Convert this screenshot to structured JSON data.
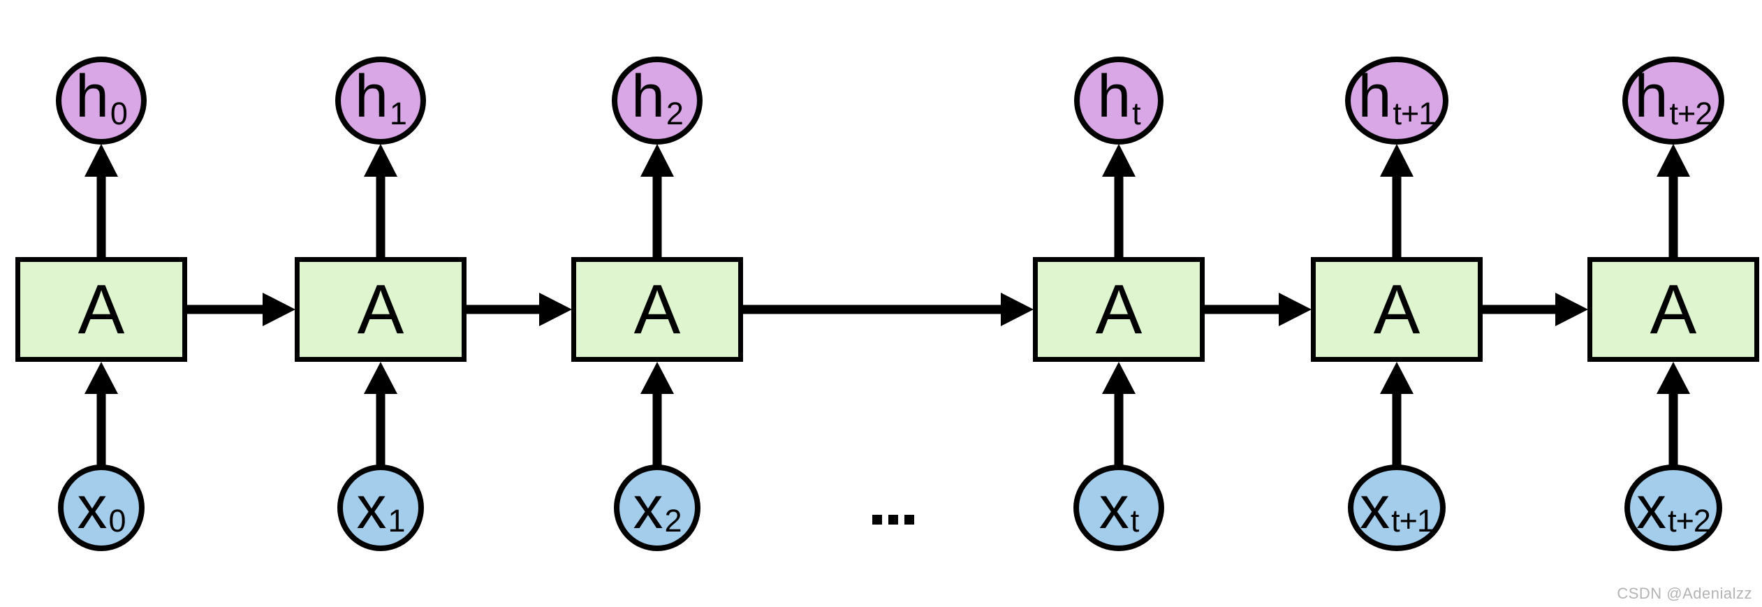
{
  "diagram": {
    "type": "rnn-unrolled",
    "cell_label": "A",
    "ellipsis": "...",
    "columns": [
      {
        "h_base": "h",
        "h_sub": "0",
        "x_base": "x",
        "x_sub": "0",
        "h_highlighted": false,
        "x_highlighted": true
      },
      {
        "h_base": "h",
        "h_sub": "1",
        "x_base": "x",
        "x_sub": "1",
        "h_highlighted": false,
        "x_highlighted": true
      },
      {
        "h_base": "h",
        "h_sub": "2",
        "x_base": "x",
        "x_sub": "2",
        "h_highlighted": false,
        "x_highlighted": false
      },
      {
        "h_base": "h",
        "h_sub": "t",
        "x_base": "x",
        "x_sub": "t",
        "h_highlighted": false,
        "x_highlighted": false
      },
      {
        "h_base": "h",
        "h_sub": "t+1",
        "x_base": "x",
        "x_sub": "t+1",
        "h_highlighted": true,
        "x_highlighted": false
      },
      {
        "h_base": "h",
        "h_sub": "t+2",
        "x_base": "x",
        "x_sub": "t+2",
        "h_highlighted": false,
        "x_highlighted": false
      }
    ],
    "colors": {
      "h_node_fill": "#d9a7e6",
      "cell_fill": "#def5cf",
      "x_node_fill": "#a4cceb",
      "highlight": "#f70800",
      "stroke": "#000000",
      "watermark": "#b3b3b3"
    }
  },
  "watermark": "CSDN @Adenialzz"
}
